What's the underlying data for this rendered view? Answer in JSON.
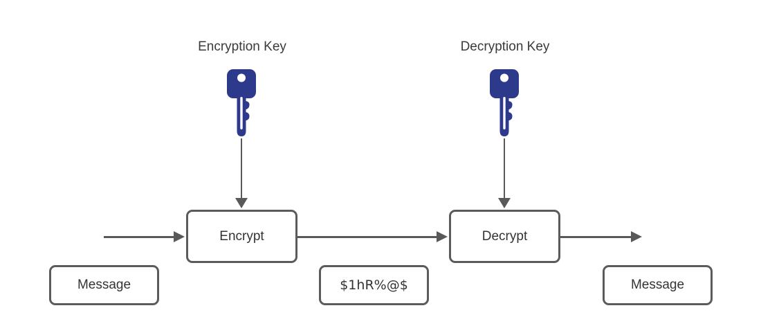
{
  "diagram": {
    "labels": {
      "encryption_key": "Encryption Key",
      "decryption_key": "Decryption Key"
    },
    "nodes": {
      "encrypt": "Encrypt",
      "decrypt": "Decrypt",
      "message_in": "Message",
      "ciphertext": "$1hR%@$",
      "message_out": "Message"
    },
    "colors": {
      "key_fill": "#2d3a8c",
      "line": "#595959",
      "text": "#333333"
    }
  }
}
